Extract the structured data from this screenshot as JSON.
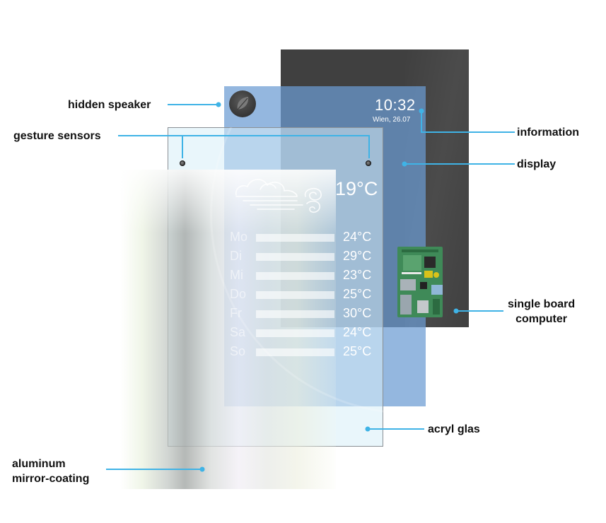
{
  "labels": {
    "hidden_speaker": "hidden speaker",
    "gesture_sensors": "gesture sensors",
    "information": "information",
    "display": "display",
    "single_board_computer_line1": "single board",
    "single_board_computer_line2": "computer",
    "acryl_glas": "acryl glas",
    "aluminum_line1": "aluminum",
    "aluminum_line2": "mirror-coating"
  },
  "screen": {
    "time": "10:32",
    "date": "Wien, 26.07",
    "current_temp": "19°C",
    "forecast": [
      {
        "day": "Mo",
        "temp": "24°C"
      },
      {
        "day": "Di",
        "temp": "29°C"
      },
      {
        "day": "Mi",
        "temp": "23°C"
      },
      {
        "day": "Do",
        "temp": "25°C"
      },
      {
        "day": "Fr",
        "temp": "30°C"
      },
      {
        "day": "Sa",
        "temp": "24°C"
      },
      {
        "day": "So",
        "temp": "25°C"
      }
    ]
  },
  "colors": {
    "leader_line": "#3fb3e6",
    "back_panel": "#404040",
    "display_layer": "#6b9bd2"
  },
  "icons": [
    "speaker-icon",
    "gesture-sensor-icon",
    "cloud-wind-weather-icon",
    "circuit-board-icon"
  ]
}
